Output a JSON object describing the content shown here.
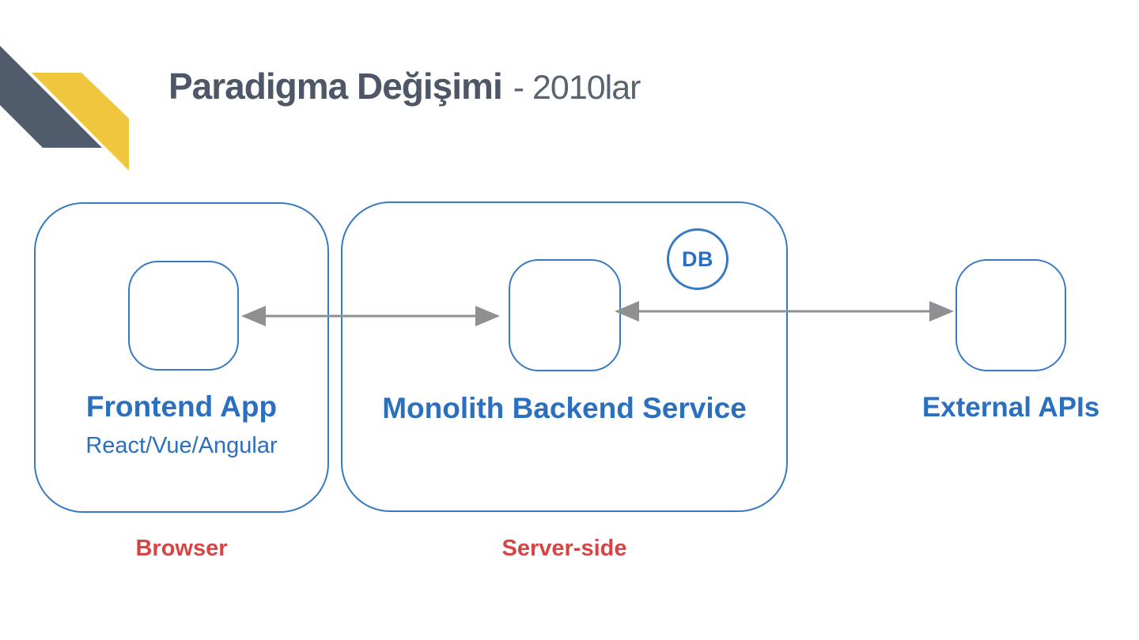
{
  "slide": {
    "title": {
      "main": "Paradigma Değişimi",
      "suffix": "- 2010lar"
    },
    "diagram": {
      "frontend": {
        "title": "Frontend App",
        "subtitle": "React/Vue/Angular"
      },
      "monolith": {
        "title": "Monolith Backend Service",
        "db_label": "DB"
      },
      "external": {
        "title": "External APIs"
      },
      "zones": {
        "browser": "Browser",
        "server": "Server-side"
      },
      "connections": [
        {
          "from": "frontend-inner-box",
          "to": "monolith-inner-box",
          "type": "double-headed-arrow"
        },
        {
          "from": "monolith-inner-box",
          "to": "external-box",
          "type": "double-headed-arrow"
        }
      ]
    },
    "colors": {
      "box_border_blue": "#3779c2",
      "text_blue": "#2b6fbf",
      "arrow_gray": "#8e9092",
      "zone_label_red": "#d64444",
      "title_slate": "#4d5767",
      "ribbon_dark": "#505c6c",
      "ribbon_yellow": "#f0c63e",
      "background": "#ffffff"
    }
  }
}
